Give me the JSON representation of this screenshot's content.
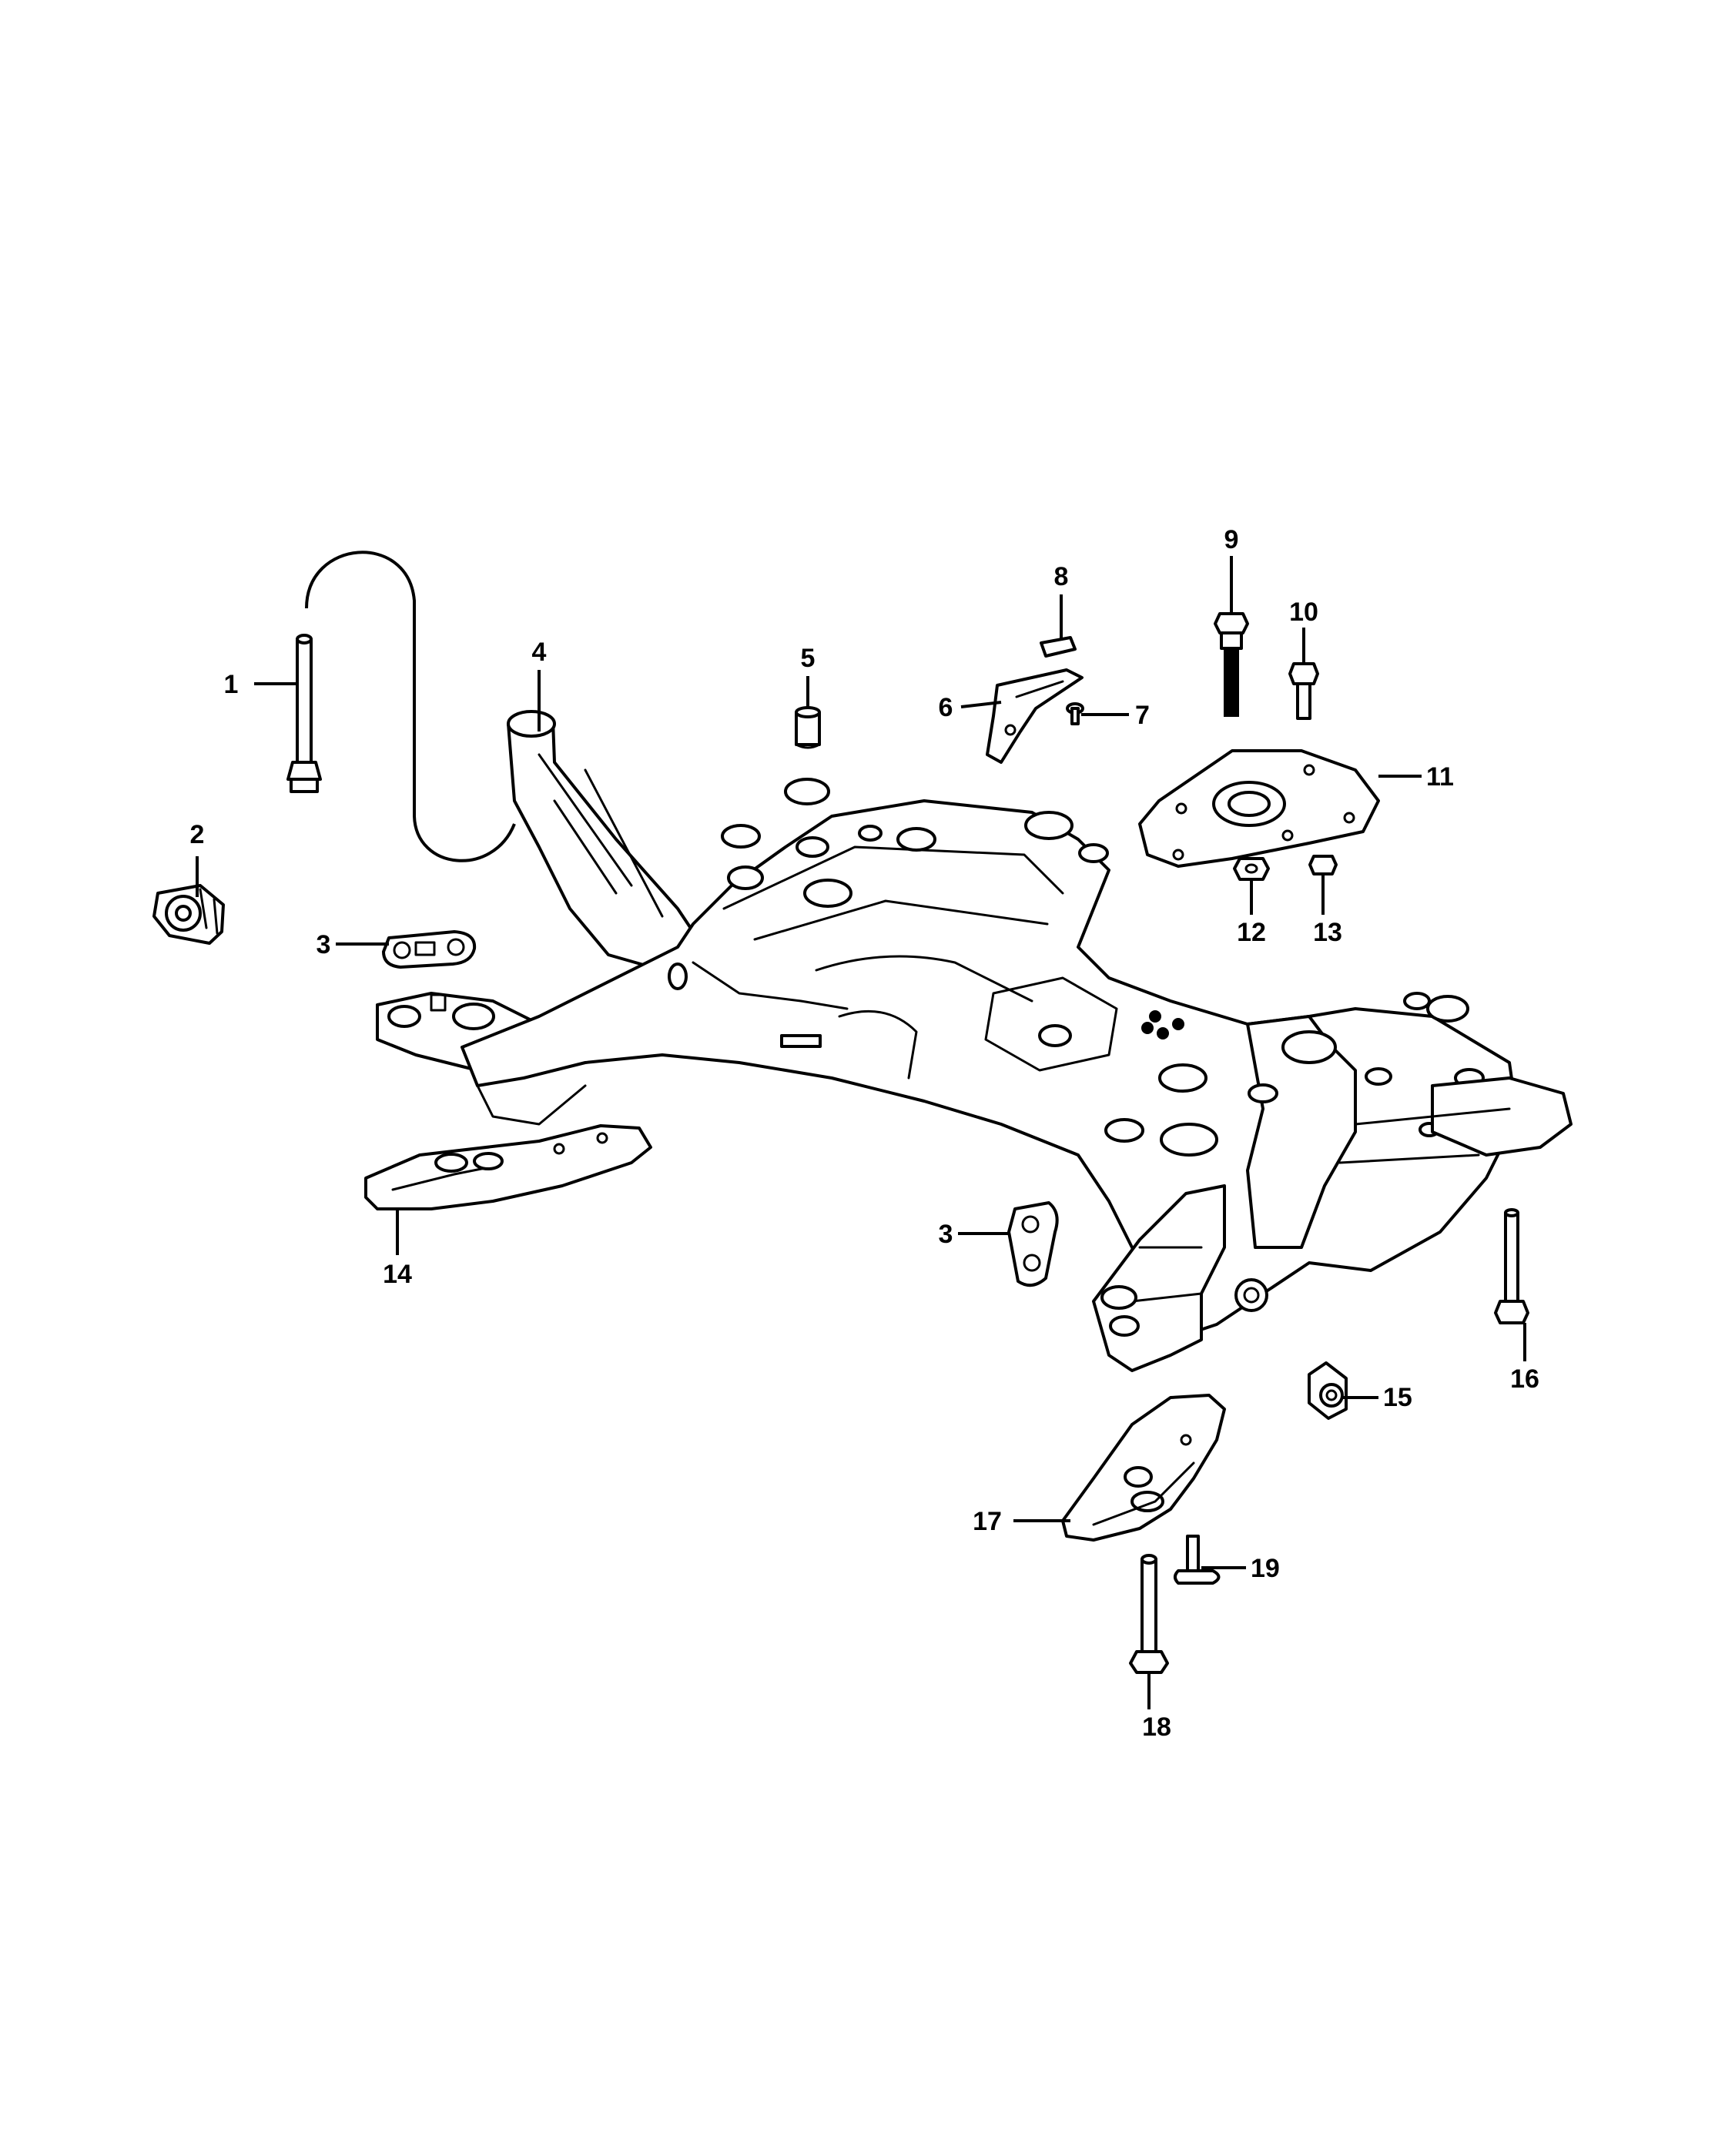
{
  "callouts": [
    {
      "id": "c1",
      "label": "1"
    },
    {
      "id": "c2",
      "label": "2"
    },
    {
      "id": "c3a",
      "label": "3"
    },
    {
      "id": "c3b",
      "label": "3"
    },
    {
      "id": "c4",
      "label": "4"
    },
    {
      "id": "c5",
      "label": "5"
    },
    {
      "id": "c6",
      "label": "6"
    },
    {
      "id": "c7",
      "label": "7"
    },
    {
      "id": "c8",
      "label": "8"
    },
    {
      "id": "c9",
      "label": "9"
    },
    {
      "id": "c10",
      "label": "10"
    },
    {
      "id": "c11",
      "label": "11"
    },
    {
      "id": "c12",
      "label": "12"
    },
    {
      "id": "c13",
      "label": "13"
    },
    {
      "id": "c14",
      "label": "14"
    },
    {
      "id": "c15",
      "label": "15"
    },
    {
      "id": "c16",
      "label": "16"
    },
    {
      "id": "c17",
      "label": "17"
    },
    {
      "id": "c18",
      "label": "18"
    },
    {
      "id": "c19",
      "label": "19"
    }
  ]
}
